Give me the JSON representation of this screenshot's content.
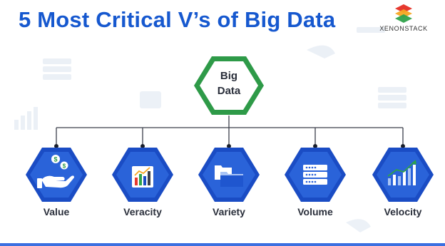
{
  "header": {
    "title": "5 Most Critical V’s of Big Data",
    "logo_text": "XENONSTACK"
  },
  "root": {
    "line1": "Big",
    "line2": "Data",
    "color": "#2e9a48"
  },
  "nodes": [
    {
      "label": "Value",
      "icon": "hand-money-icon"
    },
    {
      "label": "Veracity",
      "icon": "bar-chart-icon"
    },
    {
      "label": "Variety",
      "icon": "folders-icon"
    },
    {
      "label": "Volume",
      "icon": "server-stack-icon"
    },
    {
      "label": "Velocity",
      "icon": "growth-bars-icon"
    }
  ],
  "colors": {
    "title": "#1658cf",
    "node_border": "#1a4cc4",
    "node_fill": "#2a63d9",
    "connector": "#3a3f4a"
  }
}
